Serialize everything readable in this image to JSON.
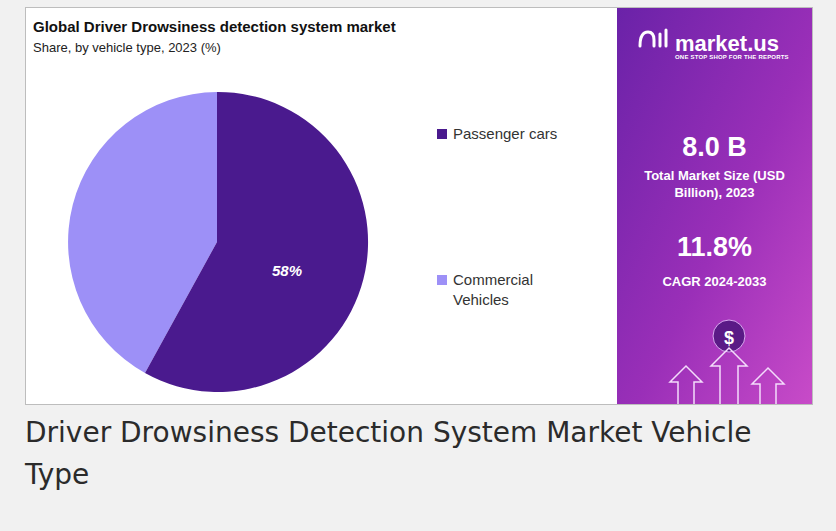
{
  "diagram": {
    "title": "Global Driver Drowsiness detection system market",
    "caption": "Driver Drowsiness Detection System Market Vehicle Type",
    "nodes": [
      {
        "text": [
          "market.us",
          "ONE STOP SHOP FOR THE REPORTS",
          "8.0 B",
          "Total Market Size (USD Billion), 2023",
          "11.8%",
          "CAGR 2024-2033",
          "$"
        ]
      }
    ],
    "labels": [
      "Share, by vehicle type, 2023 (%)",
      "58%"
    ],
    "legend": [
      {
        "text": "Passenger cars",
        "color": "#4a1a8e"
      },
      {
        "text": "Commercial Vehicles",
        "color": "#9d90f7"
      }
    ]
  }
}
